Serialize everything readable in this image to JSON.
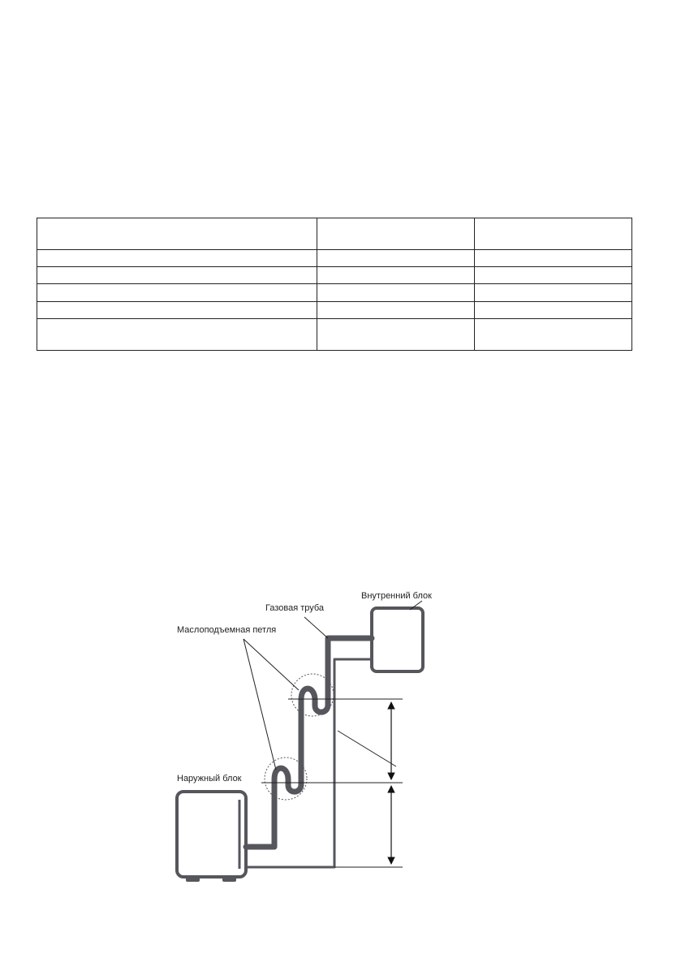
{
  "diagram": {
    "labels": {
      "indoor_unit": "Внутренний блок",
      "gas_pipe": "Газовая труба",
      "oil_trap": "Маслоподъемная петля",
      "outdoor_unit": "Наружный блок"
    },
    "colors": {
      "pipe": "#55575c",
      "unit_outline": "#55575c",
      "line": "#222222"
    }
  }
}
